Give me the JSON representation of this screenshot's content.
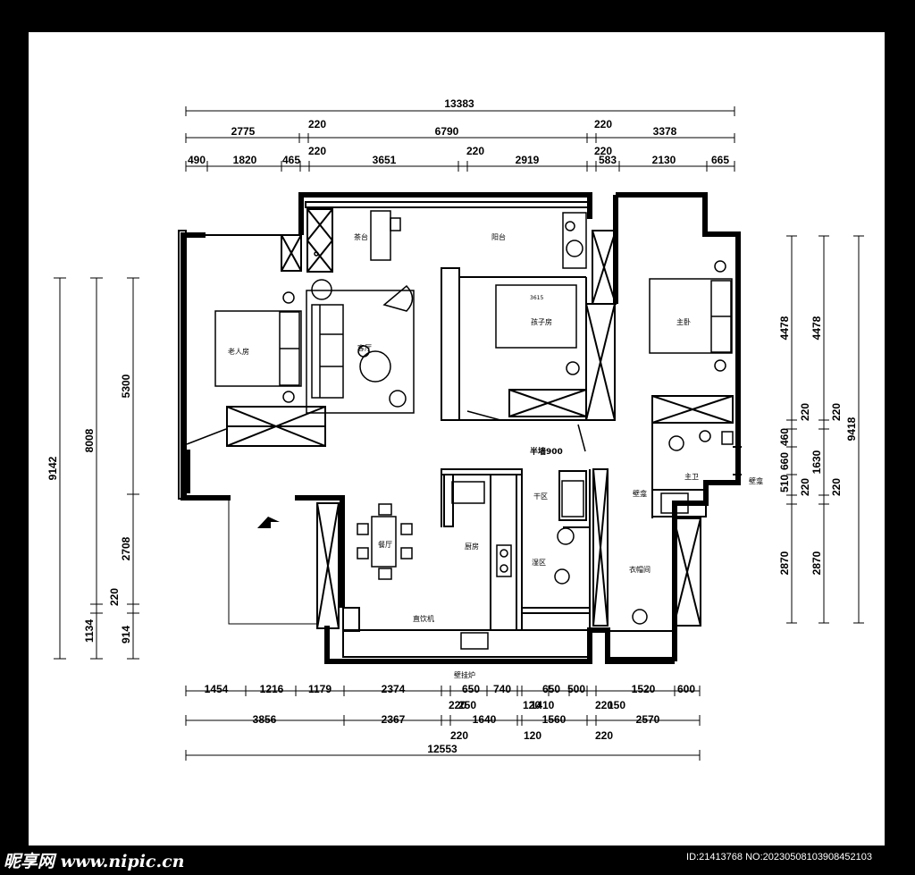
{
  "rooms": {
    "tea": "茶台",
    "balcony": "阳台",
    "elder": "老人房",
    "living": "客厅",
    "kid": "孩子房",
    "kid_dim": "3615",
    "master": "主卧",
    "half_wall": "半墙900",
    "dry": "干区",
    "master_bath": "主卫",
    "niche_left": "壁龛",
    "niche_right": "壁龛",
    "dining": "餐厅",
    "kitchen": "厨房",
    "wet": "湿区",
    "closet": "衣帽间",
    "dispenser": "直饮机",
    "boiler": "壁挂炉"
  },
  "dims": {
    "top_total": "13383",
    "top_mid": [
      "2775",
      "220",
      "6790",
      "220",
      "3378"
    ],
    "top_fine": [
      "490",
      "1820",
      "465",
      "220",
      "3651",
      "220",
      "2919",
      "220",
      "583",
      "2130",
      "665"
    ],
    "bottom_fine": [
      "1454",
      "1216",
      "1179",
      "2374",
      "220",
      "650",
      "740",
      "120",
      "650",
      "500",
      "220",
      "1520",
      "600"
    ],
    "bottom_fine_extra": [
      "220",
      "250",
      "1410",
      "150"
    ],
    "bottom_mid": [
      "3856",
      "2367",
      "220",
      "1640",
      "120",
      "1560",
      "220",
      "2570"
    ],
    "bottom_total": "12553",
    "left_outer": "9142",
    "left_mid": "8008",
    "left_inner": [
      "5300",
      "2708",
      "220"
    ],
    "left_bottom": [
      "1134",
      "914"
    ],
    "right_a": [
      "4478",
      "510",
      "660",
      "460",
      "2870"
    ],
    "right_b": [
      "4478",
      "220",
      "1630",
      "220",
      "2870"
    ],
    "right_c": [
      "220",
      "220"
    ],
    "right_total": "9418"
  },
  "footer": {
    "logo": "昵享网 www.nipic.cn",
    "id": "ID:21413768 NO:20230508103908452103"
  }
}
